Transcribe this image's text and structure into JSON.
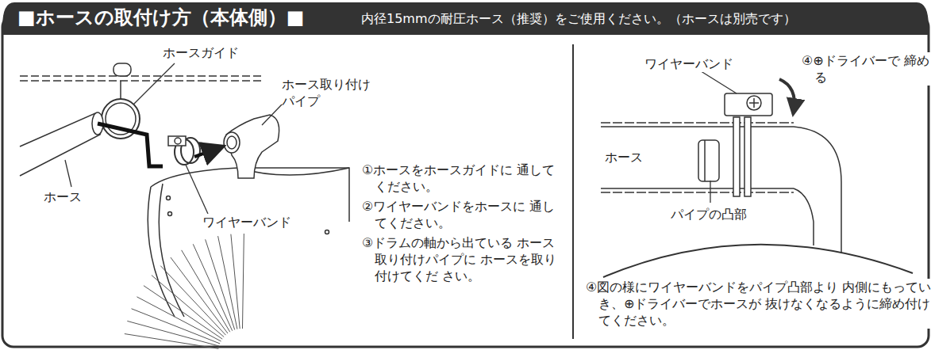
{
  "diagram": {
    "title": "■ホースの取付け方（本体側）■",
    "labels": [
      "内径15mmの耐圧ホース（推奨）をご使用ください。（ホースは別売です）",
      "ホースガイド",
      "ホース取り付け パイプ",
      "ホース",
      "ワイヤーバンド",
      "①ホースをホースガイドに 通してください。",
      "②ワイヤーバンドをホースに 通してください。",
      "③ドラムの軸から出ている ホース取り付けパイプに ホースを取り付けてくだ さい。",
      "ワイヤーバンド",
      "④⊕ドライバーで 締める",
      "ホース",
      "パイプの凸部",
      "④図の様にワイヤーバンドをパイプ凸部より 内側にもっていき、⊕ドライバーでホースが 抜けなくなるように締め付けてください。"
    ]
  }
}
